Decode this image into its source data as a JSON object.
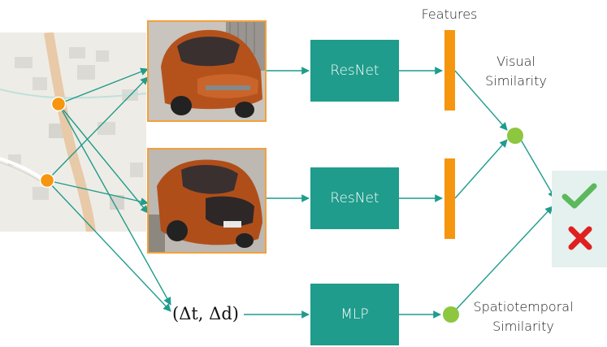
{
  "labels": {
    "features": "Features",
    "visual_similarity_line1": "Visual",
    "visual_similarity_line2": "Similarity",
    "spatiotemporal_line1": "Spatiotemporal",
    "spatiotemporal_line2": "Similarity",
    "resnet_top": "ResNet",
    "resnet_bottom": "ResNet",
    "mlp": "MLP",
    "delta_input": "(Δt, Δd)"
  },
  "colors": {
    "teal": "#1f9c8c",
    "orange": "#f6960f",
    "green": "#8dc63f",
    "check": "#5cb85c",
    "cross": "#e02020",
    "result_bg": "#e4f1ee"
  },
  "icons": {
    "match": "check-icon",
    "no_match": "cross-icon"
  }
}
